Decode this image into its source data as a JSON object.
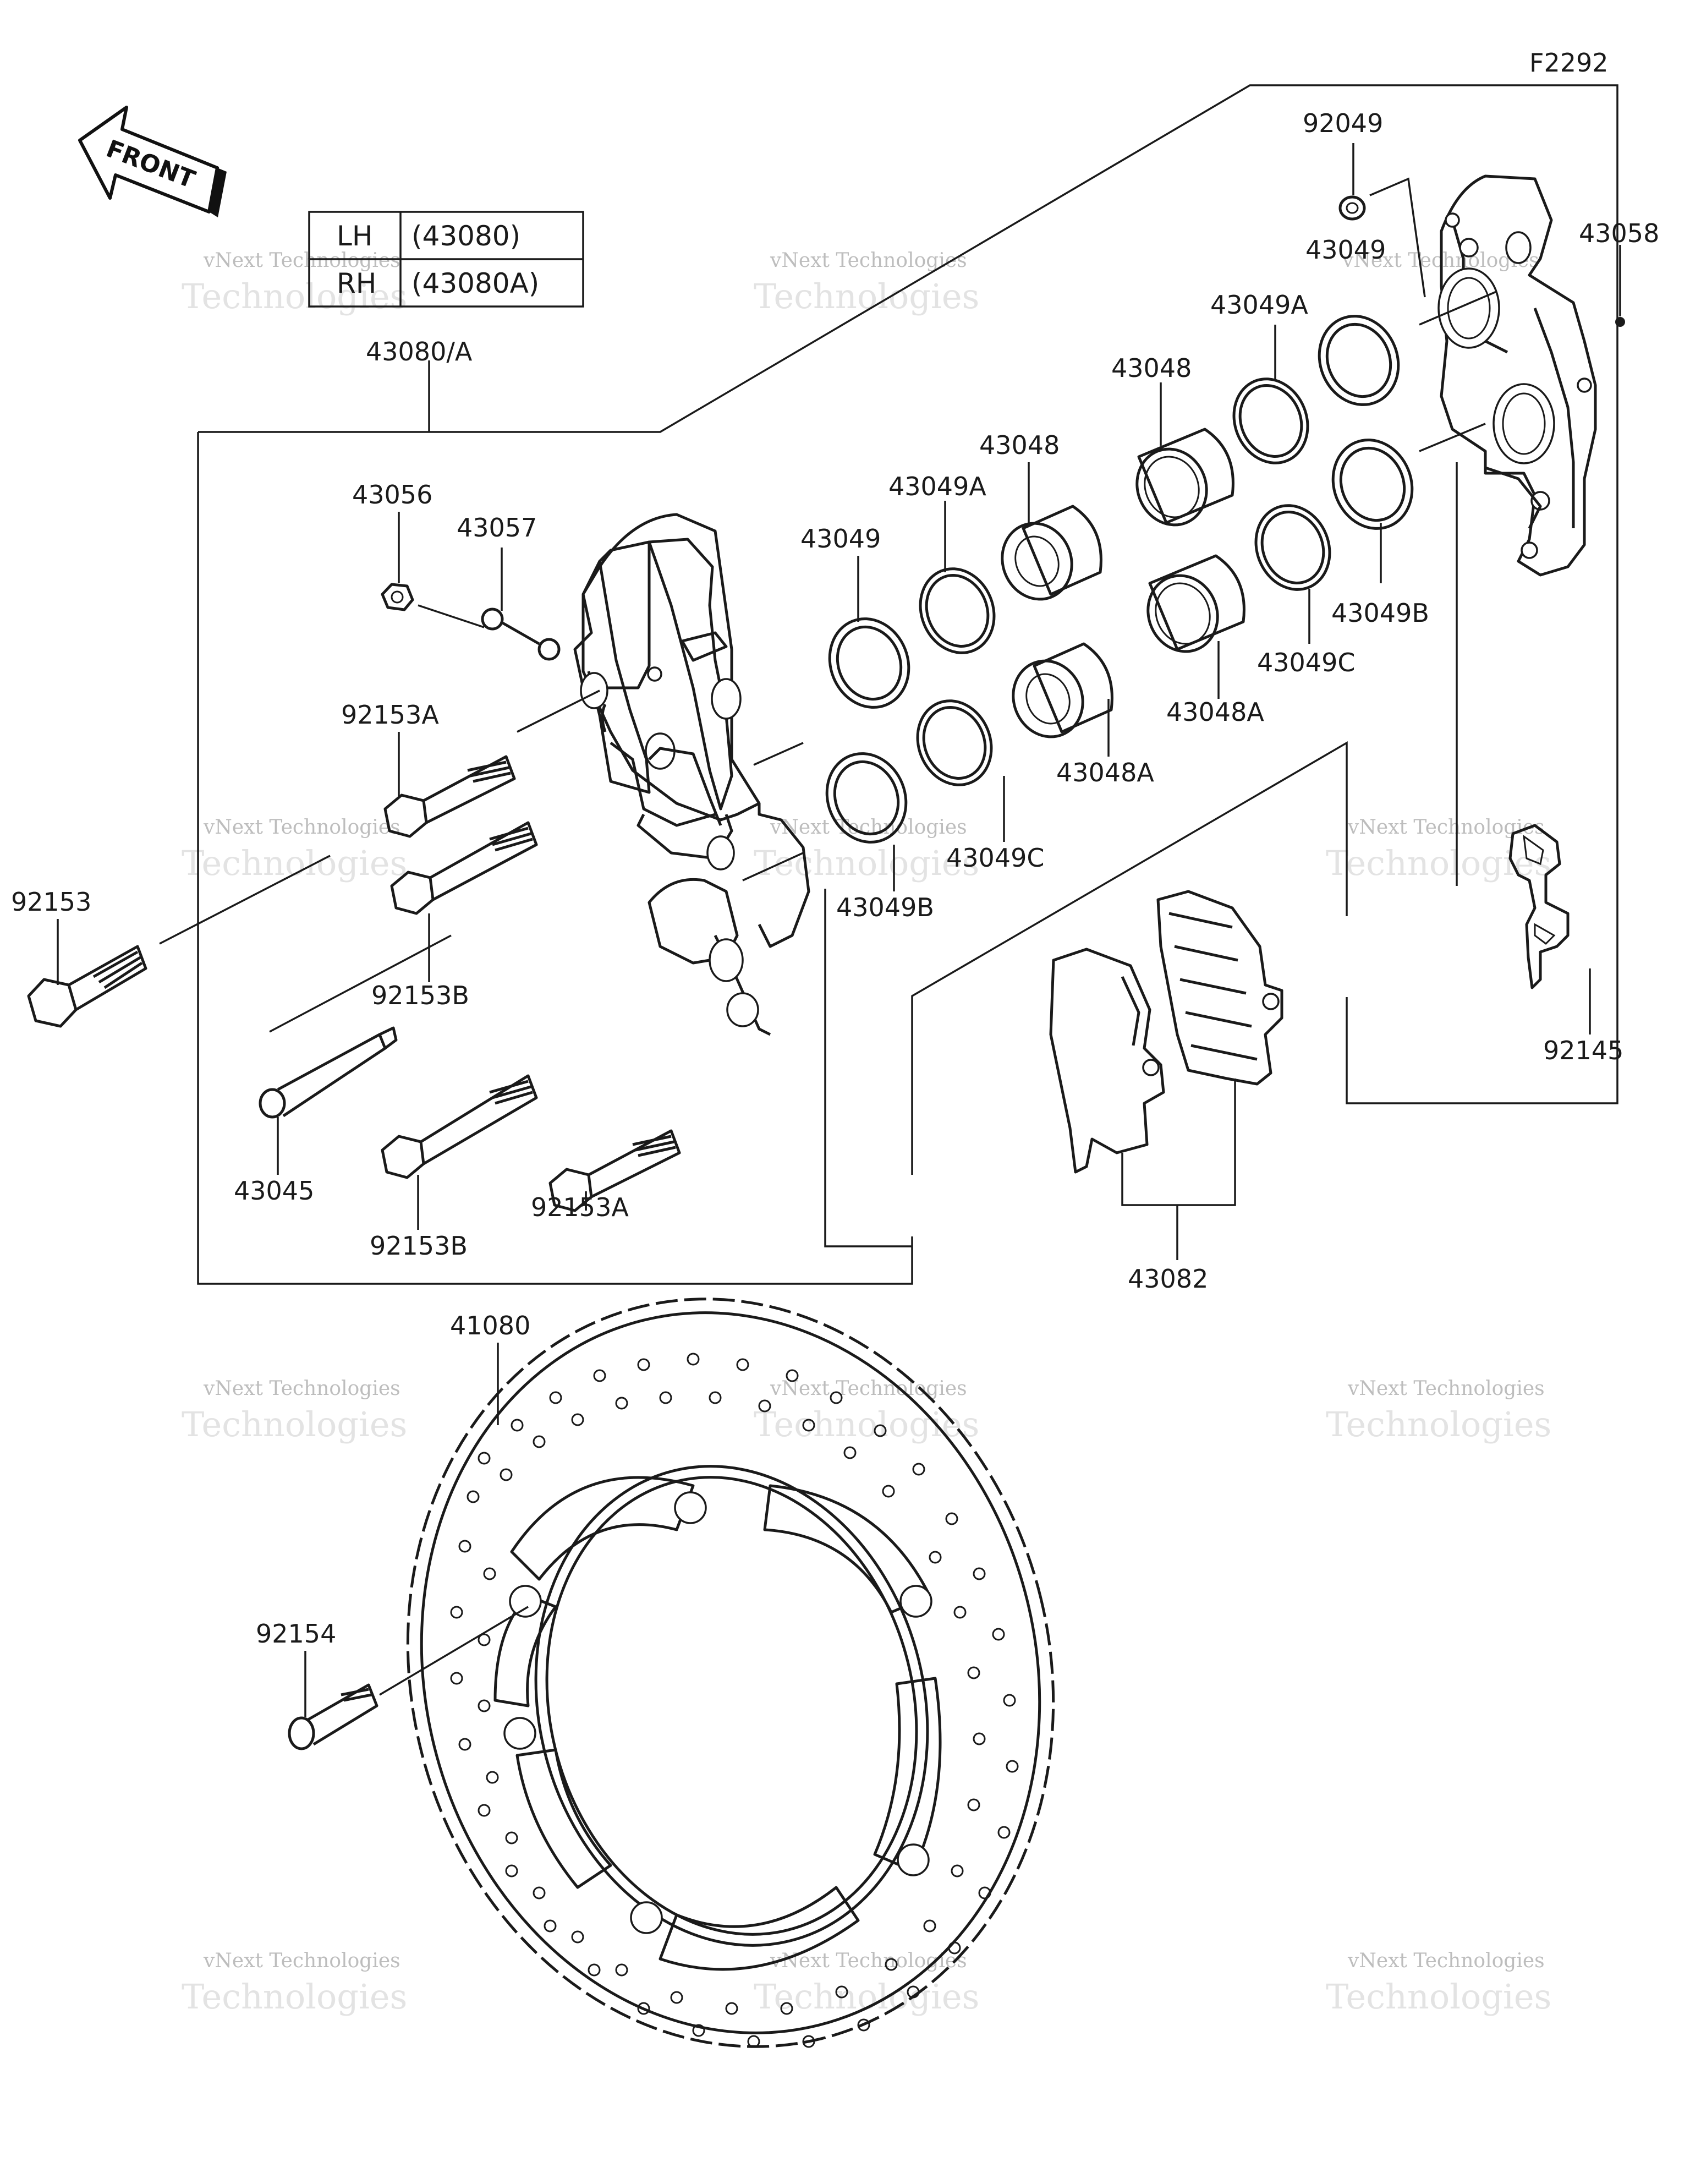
{
  "figure_code": "F2292",
  "front_label": "FRONT",
  "side_table": [
    {
      "side": "LH",
      "part": "(43080)"
    },
    {
      "side": "RH",
      "part": "(43080A)"
    }
  ],
  "watermark": {
    "line1": "vNext Technologies",
    "line2": "Technologies",
    "line3": "vNext"
  },
  "parts": {
    "p92049": "92049",
    "p43049_top": "43049",
    "p43058": "43058",
    "p43049A_top": "43049A",
    "p43048_top": "43048",
    "p43080A": "43080/A",
    "p43048_mid": "43048",
    "p43049A_mid": "43049A",
    "p43049B_right": "43049B",
    "p43056": "43056",
    "p43057": "43057",
    "p43049_mid": "43049",
    "p43049C_right": "43049C",
    "p43048A_right": "43048A",
    "p92153A_top": "92153A",
    "p43048A_mid": "43048A",
    "p92153": "92153",
    "p43049C_mid": "43049C",
    "p43049B_mid": "43049B",
    "p92153B_top": "92153B",
    "p92145": "92145",
    "p43045": "43045",
    "p92153A_bot": "92153A",
    "p92153B_bot": "92153B",
    "p43082": "43082",
    "p41080": "41080",
    "p92154": "92154"
  }
}
